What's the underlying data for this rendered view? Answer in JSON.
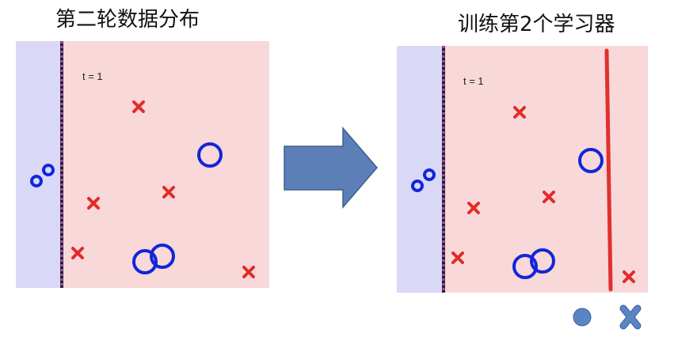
{
  "left_panel": {
    "title": "第二轮数据分布",
    "time_label": "t = 1"
  },
  "right_panel": {
    "title": "训练第2个学习器",
    "time_label": "t = 1"
  },
  "colors": {
    "region_negative": "#d9d8f7",
    "region_positive": "#f8d8d8",
    "circle": "#1126d9",
    "cross": "#e32a2a",
    "boundary_line": "#e03030",
    "dashed_boundary": "#b04cc8",
    "arrow": "#5b7fb6",
    "legend_marker": "#5a84c4"
  },
  "legend": {
    "circle_icon": "circle-legend-icon",
    "cross_icon": "cross-legend-icon"
  }
}
